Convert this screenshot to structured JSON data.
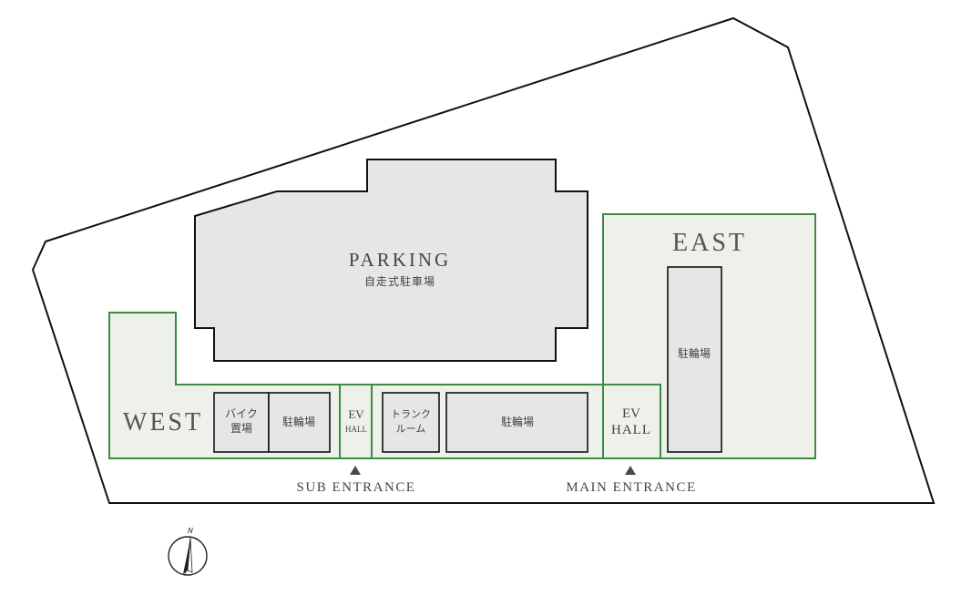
{
  "site_plan": {
    "parking": {
      "title": "PARKING",
      "subtitle": "自走式駐車場"
    },
    "west": {
      "label": "WEST",
      "bike_storage": [
        "バイク",
        "置場"
      ],
      "bicycle_parking": "駐輪場",
      "ev_hall": [
        "EV",
        "HALL"
      ],
      "trunk_room": [
        "トランク",
        "ルーム"
      ],
      "bicycle_parking_2": "駐輪場"
    },
    "east": {
      "label": "EAST",
      "bicycle_parking": "駐輪場",
      "ev_hall": [
        "EV",
        "HALL"
      ]
    },
    "entrances": {
      "sub": "SUB ENTRANCE",
      "main": "MAIN ENTRANCE"
    },
    "compass": {
      "north": "N"
    }
  },
  "colors": {
    "zone_fill": "#eef1ea",
    "zone_stroke": "#3e8a44",
    "room_fill": "#e6e6e6",
    "outline": "#111111",
    "text": "#444444",
    "marker": "#4a4a4a"
  }
}
